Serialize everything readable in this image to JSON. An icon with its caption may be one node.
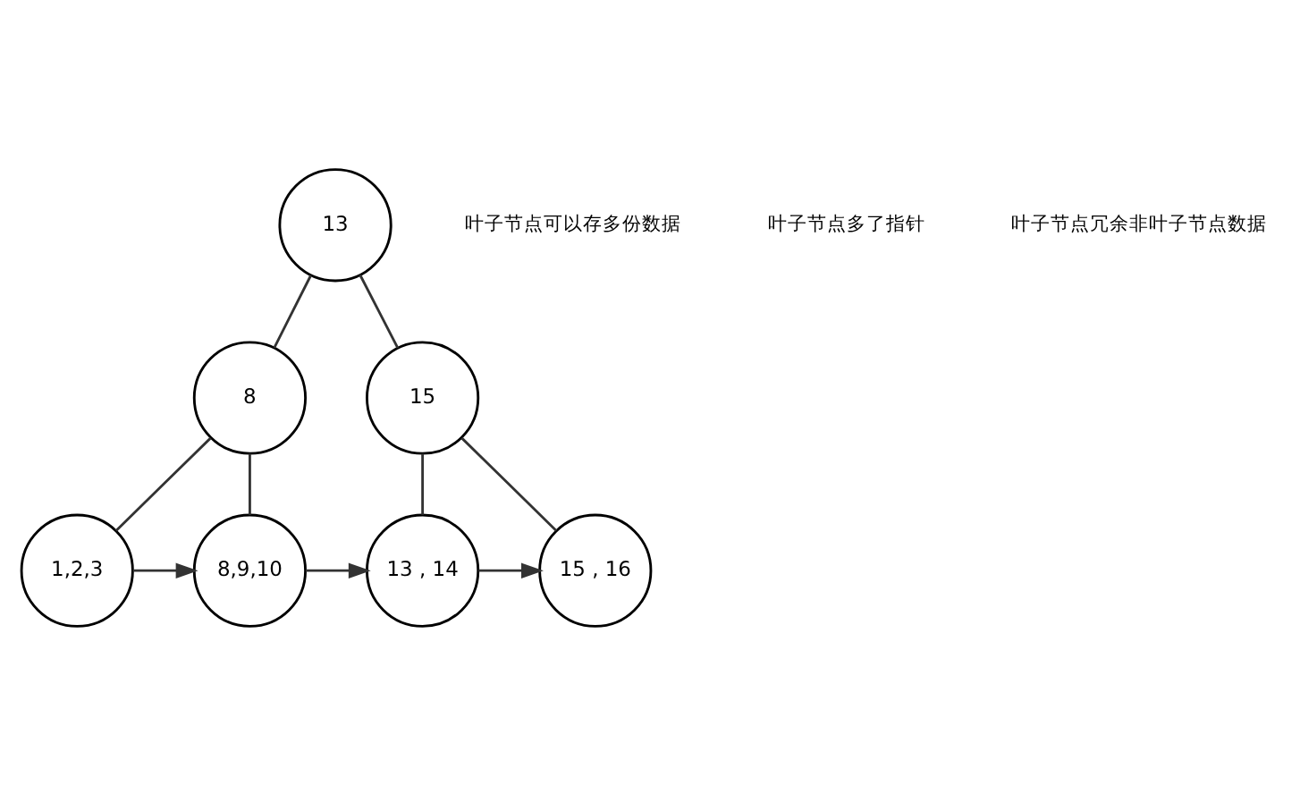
{
  "diagram": {
    "nodes": [
      {
        "text": [
          "13"
        ]
      },
      {
        "text": [
          "8"
        ]
      },
      {
        "text": [
          "15"
        ]
      },
      {
        "text": [
          "1,2,3"
        ]
      },
      {
        "text": [
          "8,9,10"
        ]
      },
      {
        "text": [
          "13 , 14"
        ]
      },
      {
        "text": [
          "15 , 16"
        ]
      }
    ],
    "edges": [
      {
        "from": 0,
        "to": 1,
        "arrow": "none"
      },
      {
        "from": 0,
        "to": 2,
        "arrow": "none"
      },
      {
        "from": 1,
        "to": 3,
        "arrow": "none"
      },
      {
        "from": 1,
        "to": 4,
        "arrow": "none"
      },
      {
        "from": 2,
        "to": 5,
        "arrow": "none"
      },
      {
        "from": 2,
        "to": 6,
        "arrow": "none"
      },
      {
        "from": 3,
        "to": 4,
        "arrow": "to"
      },
      {
        "from": 4,
        "to": 5,
        "arrow": "to"
      },
      {
        "from": 5,
        "to": 6,
        "arrow": "to"
      }
    ],
    "labels": [
      "叶子节点可以存多份数据",
      "叶子节点多了指针",
      "叶子节点冗余非叶子节点数据"
    ]
  }
}
